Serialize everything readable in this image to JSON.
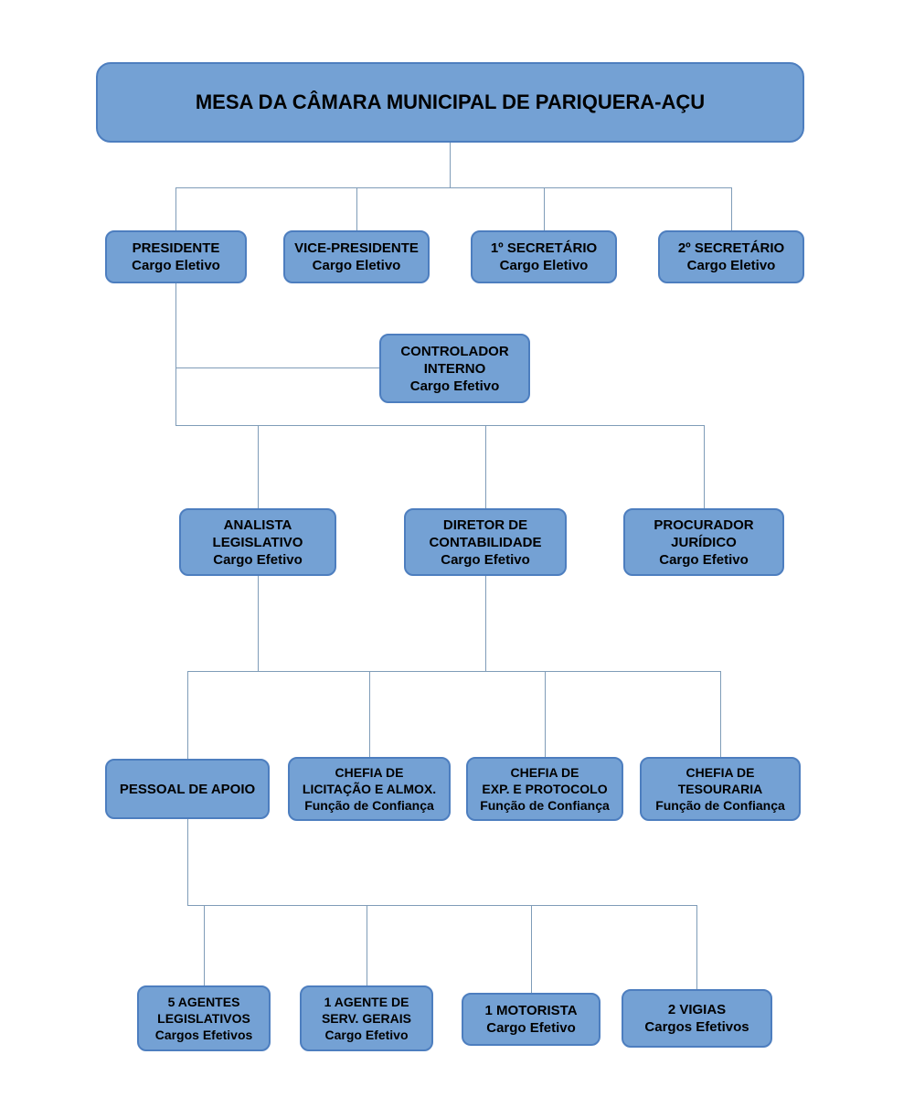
{
  "diagram": {
    "type": "org-chart",
    "title": "MESA DA CÂMARA MUNICIPAL DE PARIQUERA-AÇU",
    "colors": {
      "node_fill": "#74a1d4",
      "node_border": "#4d7ebf",
      "connector": "#7f9cb8",
      "text": "#000000",
      "background": "#ffffff"
    }
  },
  "nodes": {
    "root": {
      "lines": [
        "MESA DA CÂMARA MUNICIPAL DE PARIQUERA-AÇU"
      ]
    },
    "presidente": {
      "lines": [
        "PRESIDENTE",
        "Cargo Eletivo"
      ]
    },
    "vice_presidente": {
      "lines": [
        "VICE-PRESIDENTE",
        "Cargo Eletivo"
      ]
    },
    "secretario1": {
      "lines": [
        "1º SECRETÁRIO",
        "Cargo Eletivo"
      ]
    },
    "secretario2": {
      "lines": [
        "2º SECRETÁRIO",
        "Cargo Eletivo"
      ]
    },
    "controlador": {
      "lines": [
        "CONTROLADOR",
        "INTERNO",
        "Cargo Efetivo"
      ]
    },
    "analista": {
      "lines": [
        "ANALISTA",
        "LEGISLATIVO",
        "Cargo Efetivo"
      ]
    },
    "diretor_contabilidade": {
      "lines": [
        "DIRETOR DE",
        "CONTABILIDADE",
        "Cargo Efetivo"
      ]
    },
    "procurador": {
      "lines": [
        "PROCURADOR",
        "JURÍDICO",
        "Cargo Efetivo"
      ]
    },
    "pessoal_apoio": {
      "lines": [
        "PESSOAL DE APOIO"
      ]
    },
    "chefia_licitacao": {
      "lines": [
        "CHEFIA DE",
        "LICITAÇÃO E ALMOX.",
        "Função de Confiança"
      ]
    },
    "chefia_protocolo": {
      "lines": [
        "CHEFIA DE",
        "EXP. E PROTOCOLO",
        "Função de Confiança"
      ]
    },
    "chefia_tesouraria": {
      "lines": [
        "CHEFIA DE",
        "TESOURARIA",
        "Função de Confiança"
      ]
    },
    "agentes_legislativos": {
      "lines": [
        "5 AGENTES",
        "LEGISLATIVOS",
        "Cargos Efetivos"
      ]
    },
    "agente_serv_gerais": {
      "lines": [
        "1 AGENTE DE",
        "SERV. GERAIS",
        "Cargo Efetivo"
      ]
    },
    "motorista": {
      "lines": [
        "1 MOTORISTA",
        "Cargo Efetivo"
      ]
    },
    "vigias": {
      "lines": [
        "2 VIGIAS",
        "Cargos Efetivos"
      ]
    }
  }
}
